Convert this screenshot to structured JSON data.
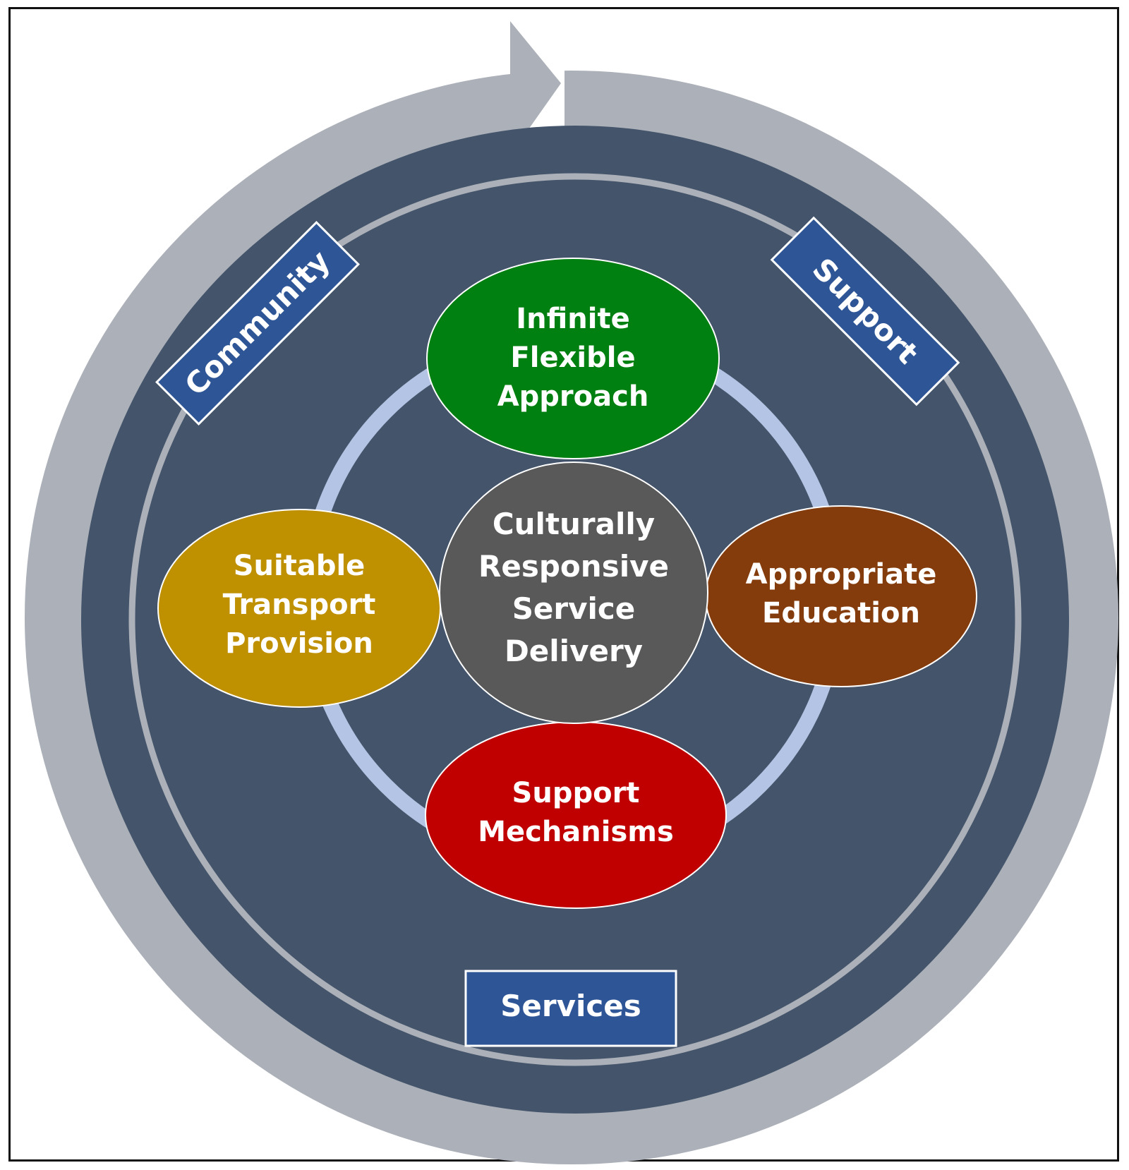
{
  "diagram": {
    "center": {
      "lines": [
        "Culturally",
        "Responsive",
        "Service",
        "Delivery"
      ],
      "color": "#595959"
    },
    "nodes": [
      {
        "id": "top",
        "lines": [
          "Infinite",
          "Flexible",
          "Approach"
        ],
        "color": "#008010"
      },
      {
        "id": "right",
        "lines": [
          "Appropriate",
          "Education"
        ],
        "color": "#843C0C"
      },
      {
        "id": "bottom",
        "lines": [
          "Support",
          "Mechanisms"
        ],
        "color": "#C00000"
      },
      {
        "id": "left",
        "lines": [
          "Suitable",
          "Transport",
          "Provision"
        ],
        "color": "#BF9000"
      }
    ],
    "outer_labels": [
      {
        "id": "community",
        "text": "Community"
      },
      {
        "id": "support",
        "text": "Support"
      },
      {
        "id": "services",
        "text": "Services"
      }
    ],
    "colors": {
      "outer_arrow": "#ACB0B8",
      "disc": "#43546B",
      "inner_ring": "#ACB0B8",
      "node_ring": "#B4C4E4",
      "label_box": "#2E5596",
      "text": "#FFFFFF"
    }
  }
}
